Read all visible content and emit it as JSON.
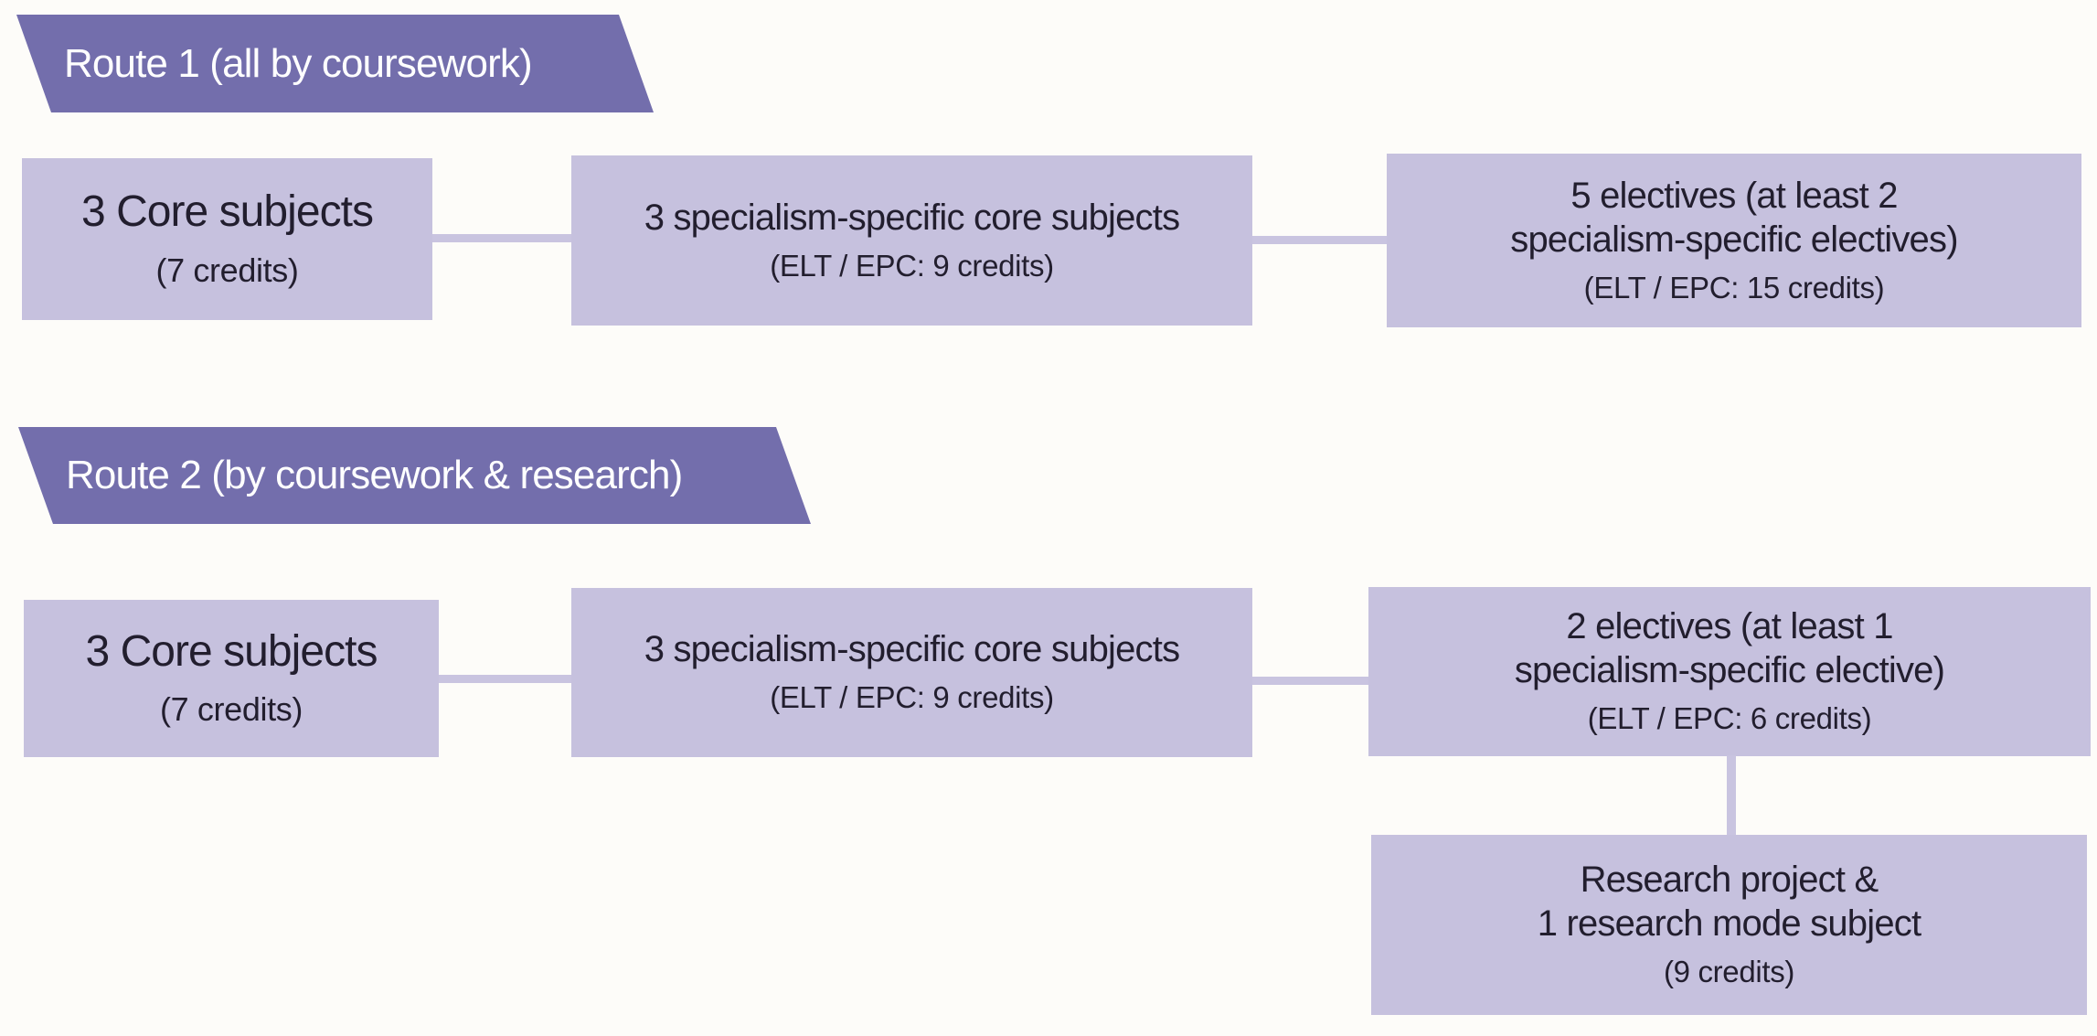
{
  "colors": {
    "background": "#fdfcf9",
    "banner": "#736eac",
    "banner_text": "#ffffff",
    "box": "#c6c1de",
    "connector": "#c9c4e0",
    "text": "#221e2e"
  },
  "routes": [
    {
      "banner": "Route 1 (all by coursework)",
      "boxes": [
        {
          "lines": [
            "3 Core subjects"
          ],
          "credits": "(7 credits)"
        },
        {
          "lines": [
            "3 specialism-specific core subjects"
          ],
          "credits": "(ELT / EPC: 9 credits)"
        },
        {
          "lines": [
            "5 electives (at least 2",
            "specialism-specific electives)"
          ],
          "credits": "(ELT / EPC: 15 credits)"
        }
      ]
    },
    {
      "banner": "Route 2 (by coursework & research)",
      "boxes": [
        {
          "lines": [
            "3 Core subjects"
          ],
          "credits": "(7 credits)"
        },
        {
          "lines": [
            "3 specialism-specific core subjects"
          ],
          "credits": "(ELT / EPC: 9 credits)"
        },
        {
          "lines": [
            "2 electives (at least 1",
            "specialism-specific elective)"
          ],
          "credits": "(ELT / EPC: 6 credits)"
        },
        {
          "lines": [
            "Research project &",
            "1 research mode subject"
          ],
          "credits": "(9 credits)"
        }
      ]
    }
  ]
}
